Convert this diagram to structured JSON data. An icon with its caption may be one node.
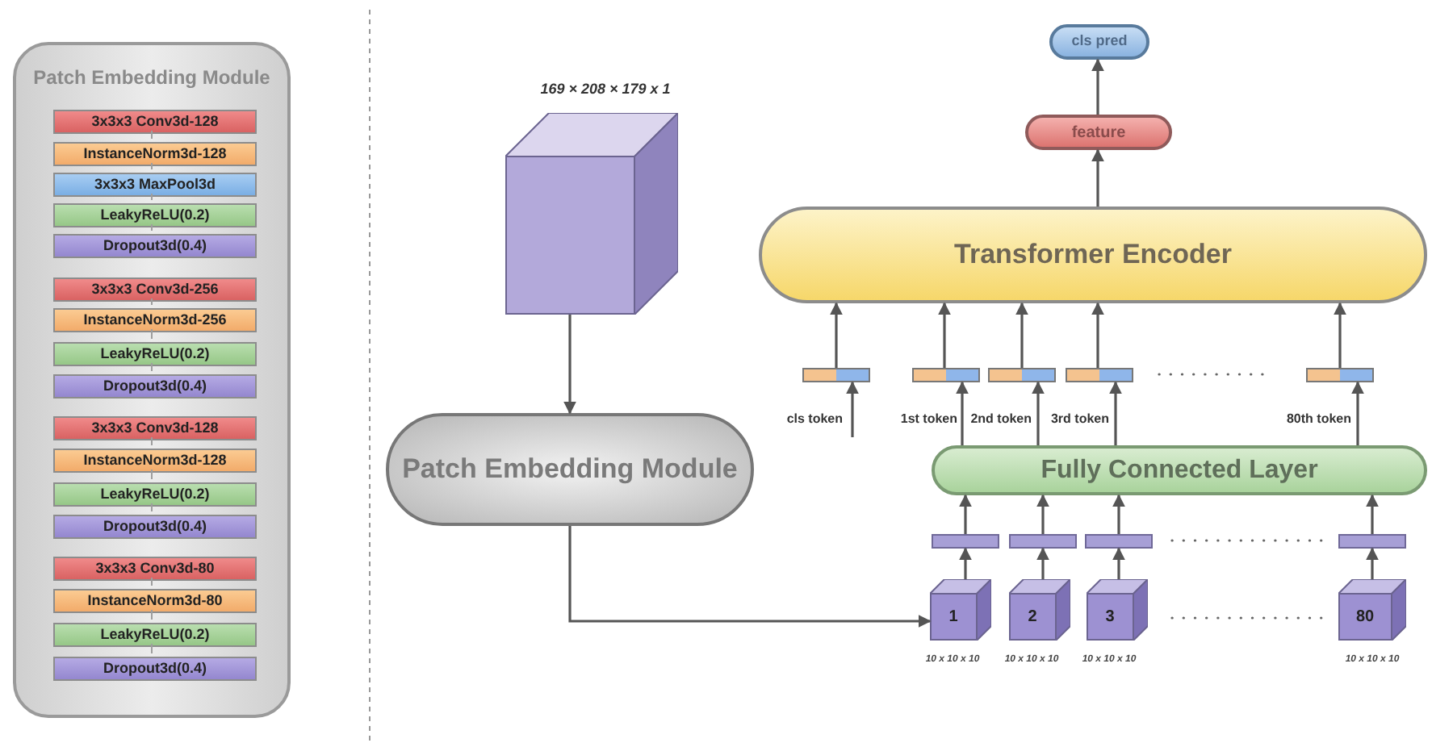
{
  "diagram": {
    "nodes": [
      {
        "text": [
          "Patch Embedding Module"
        ]
      },
      {
        "text": [
          "3x3x3 Conv3d-128"
        ],
        "in": 0
      },
      {
        "text": [
          "InstanceNorm3d-128"
        ],
        "in": 0
      },
      {
        "text": [
          "3x3x3 MaxPool3d"
        ],
        "in": 0
      },
      {
        "text": [
          "LeakyReLU(0.2)"
        ],
        "in": 0
      },
      {
        "text": [
          "Dropout3d(0.4)"
        ],
        "in": 0
      },
      {
        "text": [
          "3x3x3 Conv3d-256"
        ],
        "in": 0
      },
      {
        "text": [
          "InstanceNorm3d-256"
        ],
        "in": 0
      },
      {
        "text": [
          "LeakyReLU(0.2)"
        ],
        "in": 0
      },
      {
        "text": [
          "Dropout3d(0.4)"
        ],
        "in": 0
      },
      {
        "text": [
          "3x3x3 Conv3d-128"
        ],
        "in": 0
      },
      {
        "text": [
          "InstanceNorm3d-128"
        ],
        "in": 0
      },
      {
        "text": [
          "LeakyReLU(0.2)"
        ],
        "in": 0
      },
      {
        "text": [
          "Dropout3d(0.4)"
        ],
        "in": 0
      },
      {
        "text": [
          "3x3x3 Conv3d-80"
        ],
        "in": 0
      },
      {
        "text": [
          "InstanceNorm3d-80"
        ],
        "in": 0
      },
      {
        "text": [
          "LeakyReLU(0.2)"
        ],
        "in": 0
      },
      {
        "text": [
          "Dropout3d(0.4)"
        ],
        "in": 0
      },
      {
        "text": [],
        "shape": "cube",
        "beside": [
          "169 × 208 × 179 x 1"
        ]
      },
      {
        "text": [
          "Patch Embedding Module"
        ]
      },
      {
        "text": [
          "Transformer Encoder"
        ]
      },
      {
        "text": [
          "feature"
        ]
      },
      {
        "text": [
          "cls pred"
        ]
      },
      {
        "text": [
          "Fully Connected Layer"
        ]
      },
      {
        "text": [],
        "shape": "bar",
        "beside": [
          "cls token"
        ]
      },
      {
        "text": [],
        "shape": "bar",
        "beside": [
          "1st token"
        ]
      },
      {
        "text": [],
        "shape": "bar",
        "beside": [
          "2nd token"
        ]
      },
      {
        "text": [],
        "shape": "bar",
        "beside": [
          "3rd token"
        ]
      },
      {
        "text": [],
        "shape": "bar",
        "beside": [
          "80th token"
        ]
      },
      {
        "text": [],
        "shape": "bar"
      },
      {
        "text": [],
        "shape": "bar"
      },
      {
        "text": [],
        "shape": "bar"
      },
      {
        "text": [],
        "shape": "bar"
      },
      {
        "text": [
          "1"
        ],
        "beside": [
          "10 x 10 x 10"
        ]
      },
      {
        "text": [
          "2"
        ],
        "beside": [
          "10 x 10 x 10"
        ]
      },
      {
        "text": [
          "3"
        ],
        "beside": [
          "10 x 10 x 10"
        ]
      },
      {
        "text": [
          "80"
        ],
        "beside": [
          "10 x 10 x 10"
        ]
      }
    ],
    "edges": [
      {
        "from": 1,
        "to": 2,
        "arrow": "none",
        "color": "#9e9e9e"
      },
      {
        "from": 2,
        "to": 3,
        "arrow": "none",
        "color": "#9e9e9e"
      },
      {
        "from": 3,
        "to": 4,
        "arrow": "none",
        "color": "#9e9e9e"
      },
      {
        "from": 4,
        "to": 5,
        "arrow": "none",
        "color": "#9e9e9e"
      },
      {
        "from": 6,
        "to": 7,
        "arrow": "none",
        "color": "#9e9e9e"
      },
      {
        "from": 7,
        "to": 8,
        "arrow": "none",
        "color": "#9e9e9e"
      },
      {
        "from": 8,
        "to": 9,
        "arrow": "none",
        "color": "#9e9e9e"
      },
      {
        "from": 10,
        "to": 11,
        "arrow": "none",
        "color": "#9e9e9e"
      },
      {
        "from": 11,
        "to": 12,
        "arrow": "none",
        "color": "#9e9e9e"
      },
      {
        "from": 12,
        "to": 13,
        "arrow": "none",
        "color": "#9e9e9e"
      },
      {
        "from": 14,
        "to": 15,
        "arrow": "none",
        "color": "#9e9e9e"
      },
      {
        "from": 15,
        "to": 16,
        "arrow": "none",
        "color": "#9e9e9e"
      },
      {
        "from": 16,
        "to": 17,
        "arrow": "none",
        "color": "#9e9e9e"
      },
      {
        "from": 18,
        "to": 19,
        "arrow": "to"
      },
      {
        "from": 19,
        "to": 33,
        "arrow": "to"
      },
      {
        "from": 20,
        "to": 21,
        "arrow": "to"
      },
      {
        "from": 21,
        "to": 22,
        "arrow": "to"
      },
      {
        "from": 24,
        "to": 20,
        "arrow": "to"
      },
      {
        "from": 25,
        "to": 20,
        "arrow": "to"
      },
      {
        "from": 26,
        "to": 20,
        "arrow": "to"
      },
      {
        "from": 27,
        "to": 20,
        "arrow": "to"
      },
      {
        "from": 28,
        "to": 20,
        "arrow": "to"
      },
      {
        "from": null,
        "to": 24,
        "arrow": "to"
      },
      {
        "from": 23,
        "to": 25,
        "arrow": "to"
      },
      {
        "from": 23,
        "to": 26,
        "arrow": "to"
      },
      {
        "from": 23,
        "to": 27,
        "arrow": "to"
      },
      {
        "from": 23,
        "to": 28,
        "arrow": "to"
      },
      {
        "from": 29,
        "to": 23,
        "arrow": "to"
      },
      {
        "from": 30,
        "to": 23,
        "arrow": "to"
      },
      {
        "from": 31,
        "to": 23,
        "arrow": "to"
      },
      {
        "from": 32,
        "to": 23,
        "arrow": "to"
      },
      {
        "from": 33,
        "to": 29,
        "arrow": "to"
      },
      {
        "from": 34,
        "to": 30,
        "arrow": "to"
      },
      {
        "from": 35,
        "to": 31,
        "arrow": "to"
      },
      {
        "from": 36,
        "to": 32,
        "arrow": "to"
      }
    ]
  }
}
